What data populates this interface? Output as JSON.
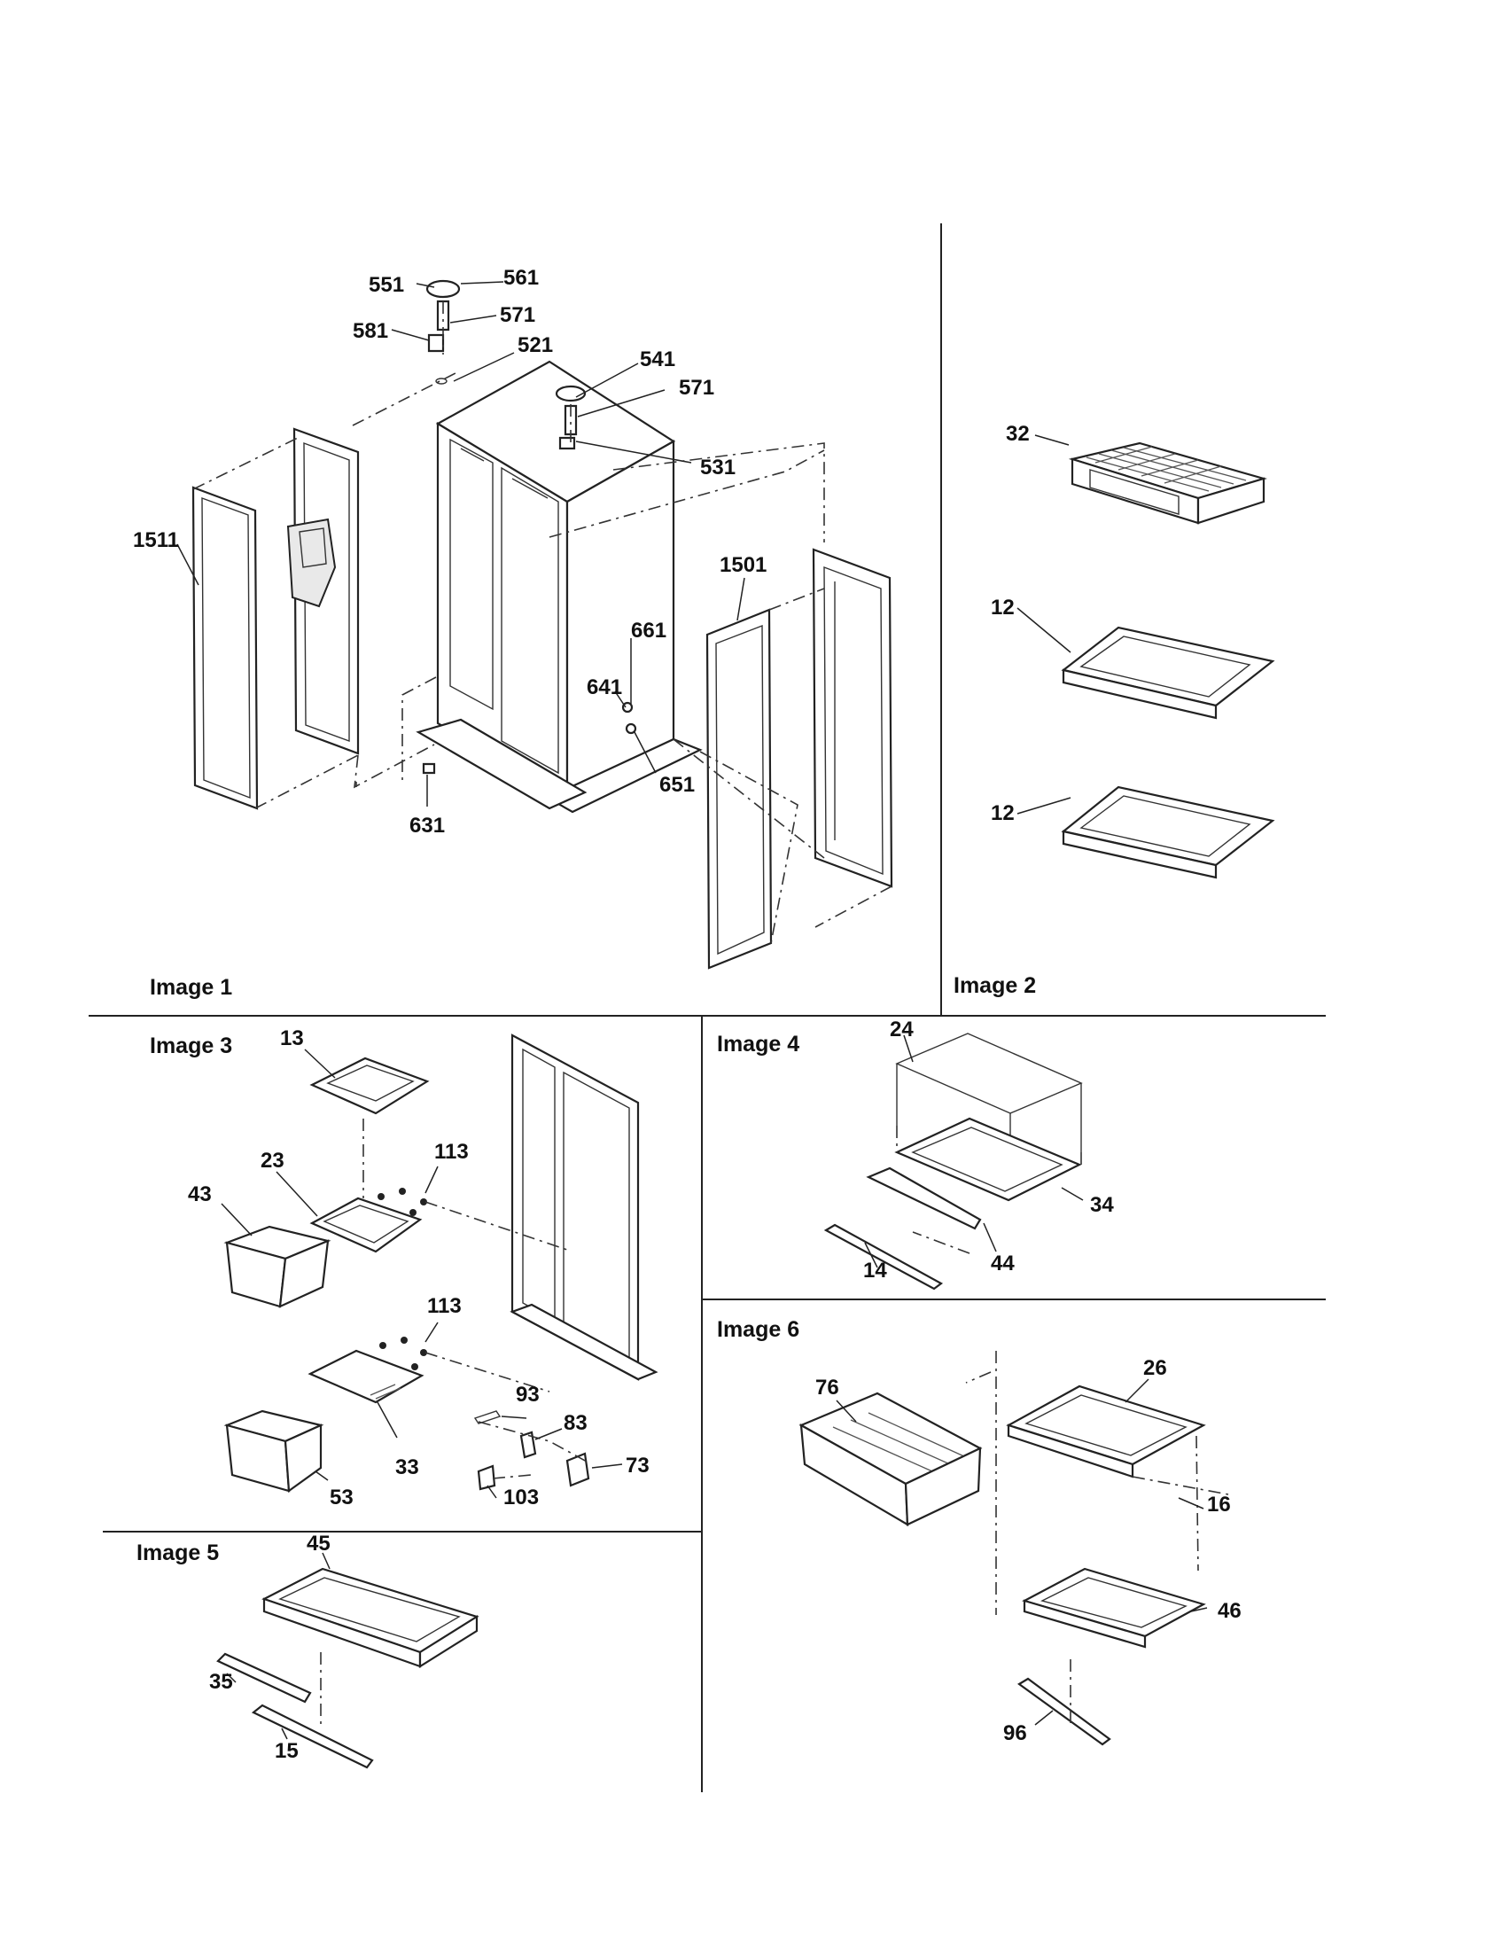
{
  "image_titles": [
    "Image 1",
    "Image 2",
    "Image 3",
    "Image 4",
    "Image 5",
    "Image 6"
  ],
  "callouts": {
    "551": "551",
    "561": "561",
    "571": "571",
    "581": "581",
    "521": "521",
    "541": "541",
    "531": "531",
    "1511": "1511",
    "1501": "1501",
    "661": "661",
    "641": "641",
    "651": "651",
    "631": "631",
    "32": "32",
    "12": "12",
    "13": "13",
    "23": "23",
    "113": "113",
    "43": "43",
    "33": "33",
    "53": "53",
    "93": "93",
    "83": "83",
    "73": "73",
    "103": "103",
    "24": "24",
    "34": "34",
    "44": "44",
    "14": "14",
    "45": "45",
    "35": "35",
    "15": "15",
    "76": "76",
    "26": "26",
    "16": "16",
    "46": "46",
    "96": "96"
  }
}
